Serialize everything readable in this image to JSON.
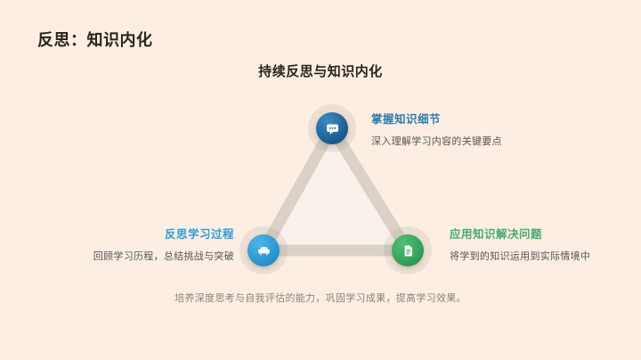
{
  "slide": {
    "title": "反思：知识内化",
    "subtitle": "持续反思与知识内化",
    "footer_note": "培养深度思考与自我评估的能力，巩固学习成果，提高学习效果。"
  },
  "diagram": {
    "type": "triangle-cycle",
    "nodes": [
      {
        "id": "top",
        "label": "掌握知识细节",
        "description": "深入理解学习内容的关键要点",
        "icon": "chat-message-icon",
        "circle_color": "#14578A",
        "label_color": "#2B7CAD"
      },
      {
        "id": "bottom-left",
        "label": "反思学习过程",
        "description": "回顾学习历程，总结挑战与突破",
        "icon": "couch-icon",
        "circle_color": "#2090CC",
        "label_color": "#2D9DD4"
      },
      {
        "id": "bottom-right",
        "label": "应用知识解决问题",
        "description": "将学到的知识运用到实际情境中",
        "icon": "document-icon",
        "circle_color": "#2B9B53",
        "label_color": "#3FAE6A"
      }
    ],
    "connector_color": "#DAD2C6",
    "triangle_fill": "#FAF2EA"
  },
  "colors": {
    "background": "#FDEEE3",
    "title_text": "#26251E",
    "description_text": "#56554D",
    "footer_text": "#8D8173"
  }
}
